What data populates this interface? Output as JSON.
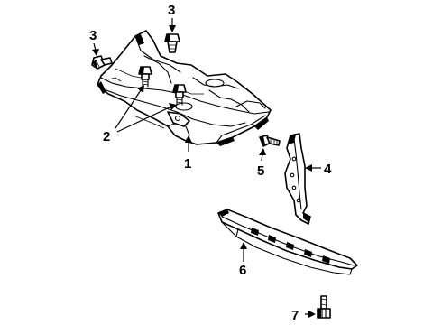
{
  "callouts": {
    "c1": "1",
    "c2": "2",
    "c3a": "3",
    "c3b": "3",
    "c4": "4",
    "c5": "5",
    "c6": "6",
    "c7": "7"
  }
}
